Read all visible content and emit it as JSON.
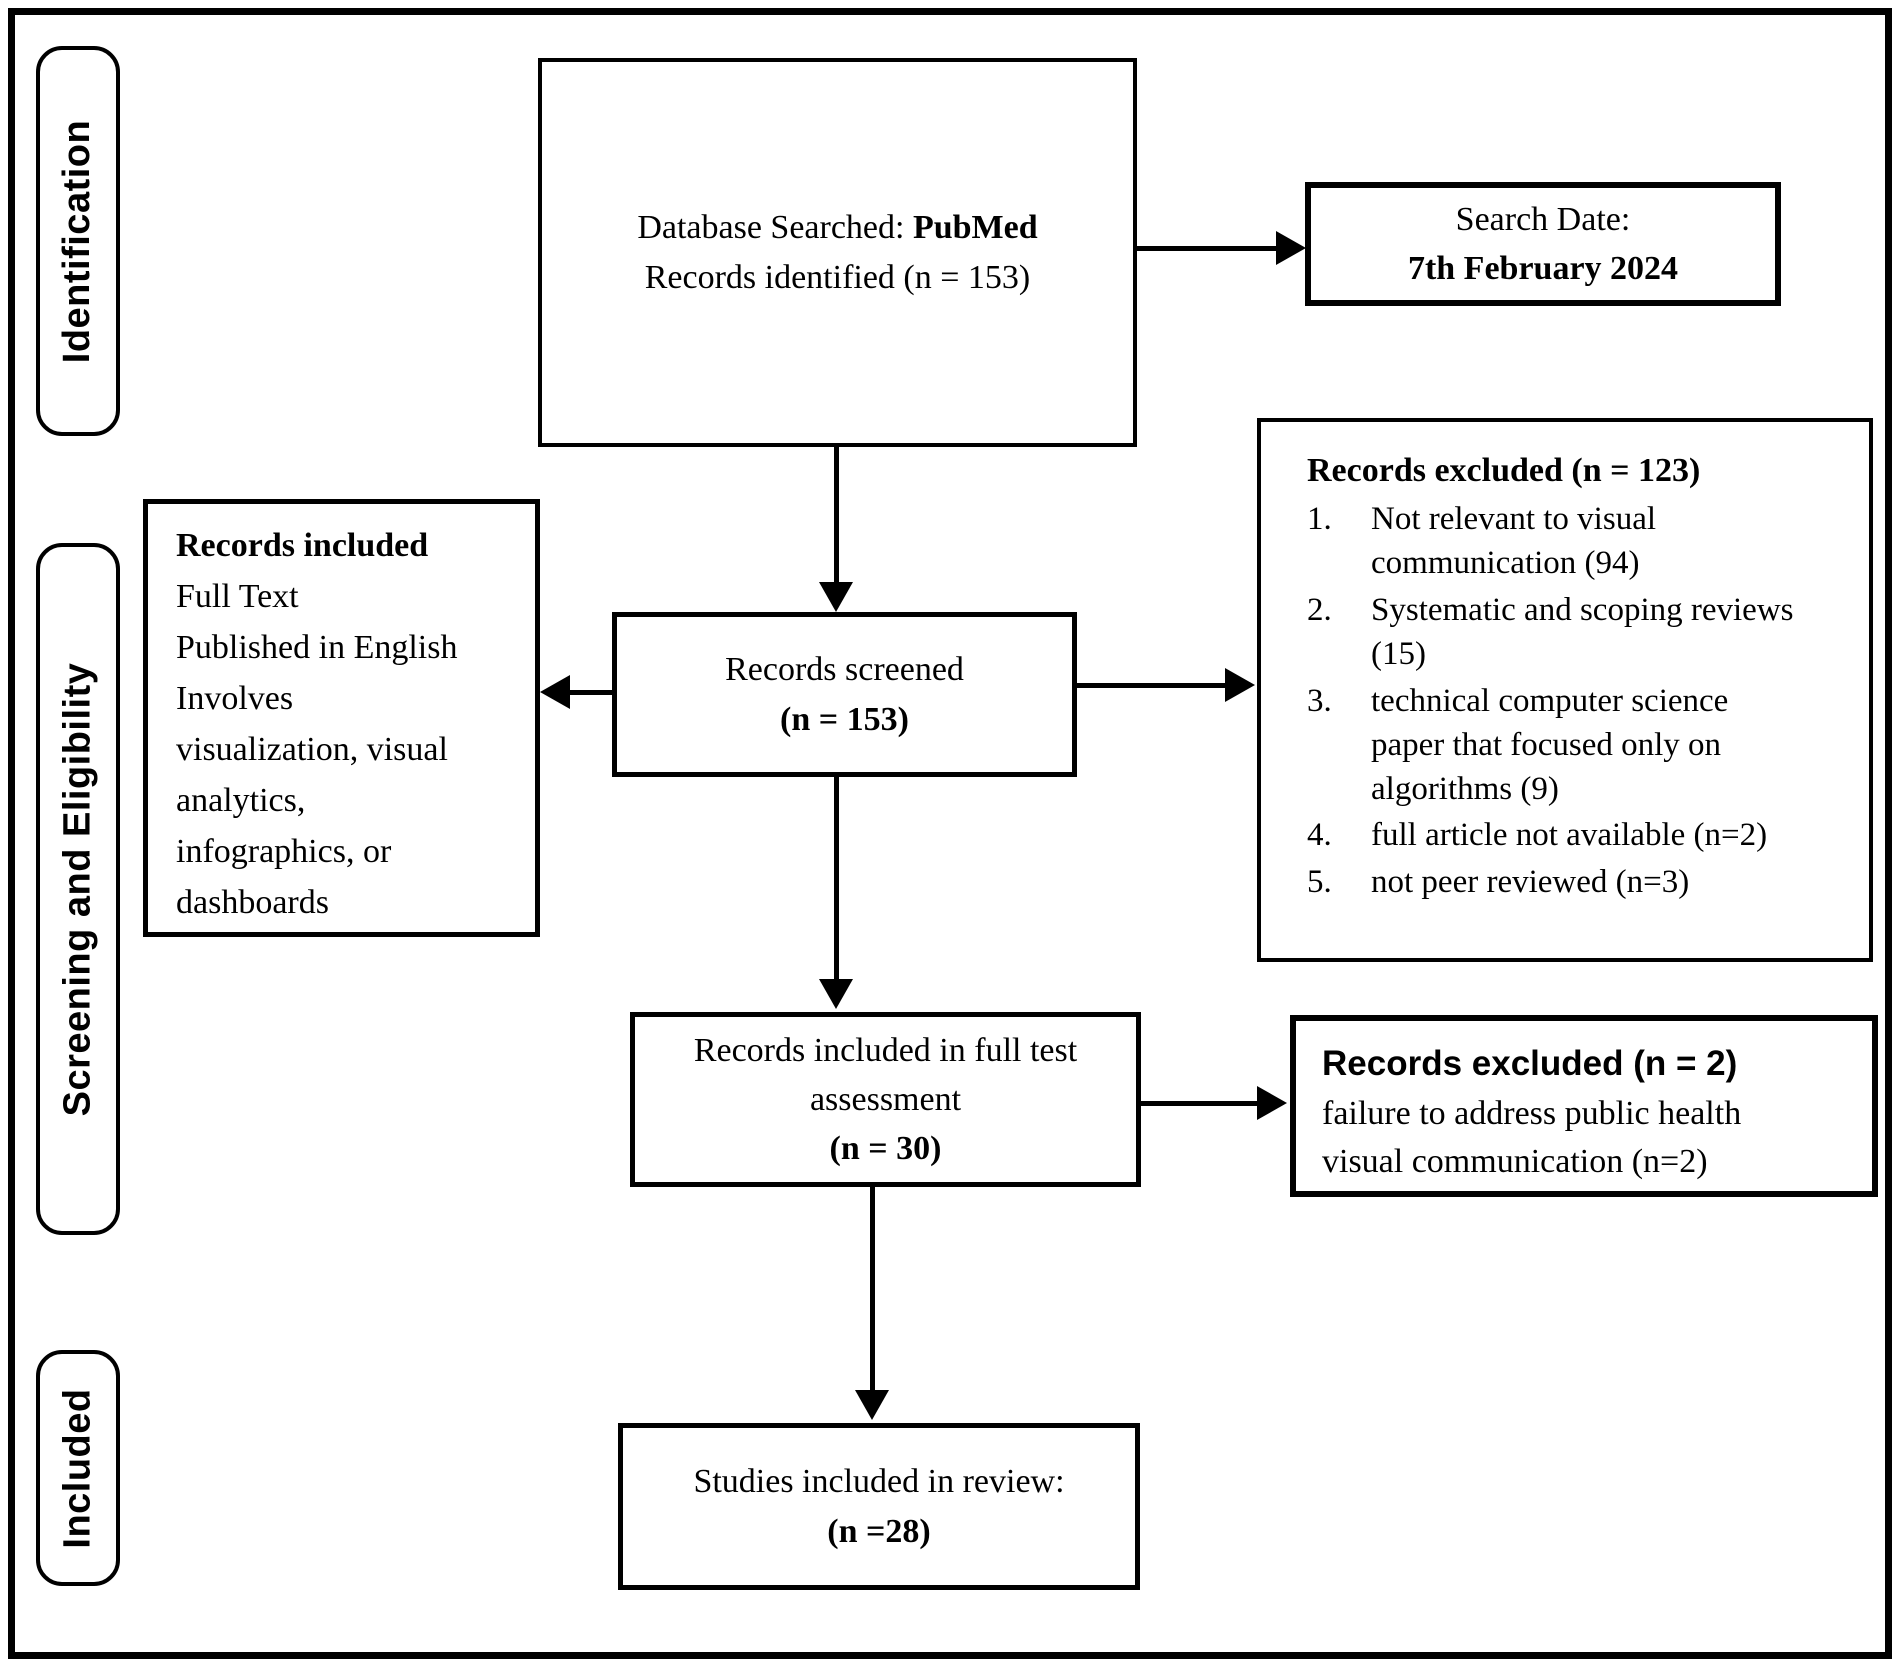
{
  "diagram": {
    "stages": [
      {
        "label": "Identification"
      },
      {
        "label": "Screening and Eligibility"
      },
      {
        "label": "Included"
      }
    ],
    "boxes": {
      "identified": {
        "line1_prefix": "Database Searched: ",
        "line1_bold": "PubMed",
        "line2": "Records identified (n = 153)"
      },
      "search_date": {
        "line1": "Search Date:",
        "line2": "7th February 2024"
      },
      "screened": {
        "line1": "Records screened",
        "line2": "(n = 153)"
      },
      "criteria": {
        "title": "Records included",
        "lines": [
          "Full Text",
          "Published in English",
          "Involves",
          "visualization, visual",
          "analytics,",
          "infographics, or",
          "dashboards"
        ]
      },
      "excluded_screening": {
        "title": "Records excluded (n = 123)",
        "items": [
          {
            "num": "1.",
            "text": "Not relevant to visual communication (94)"
          },
          {
            "num": "2.",
            "text": "Systematic and scoping reviews (15)"
          },
          {
            "num": "3.",
            "text": "technical computer science paper that focused only on algorithms (9)"
          },
          {
            "num": "4.",
            "text": "full article not available (n=2)"
          },
          {
            "num": "5.",
            "text": "not peer reviewed (n=3)"
          }
        ]
      },
      "full_text_assessment": {
        "line1": "Records included in full test",
        "line2": "assessment",
        "line3": "(n = 30)"
      },
      "excluded_fulltext": {
        "title": "Records excluded (n = 2)",
        "line1": "failure to address public health",
        "line2": "visual communication (n=2)"
      },
      "included_review": {
        "line1": "Studies included in review:",
        "line2": "(n =28)"
      }
    },
    "colors": {
      "line": "#000000",
      "background": "#ffffff"
    }
  }
}
